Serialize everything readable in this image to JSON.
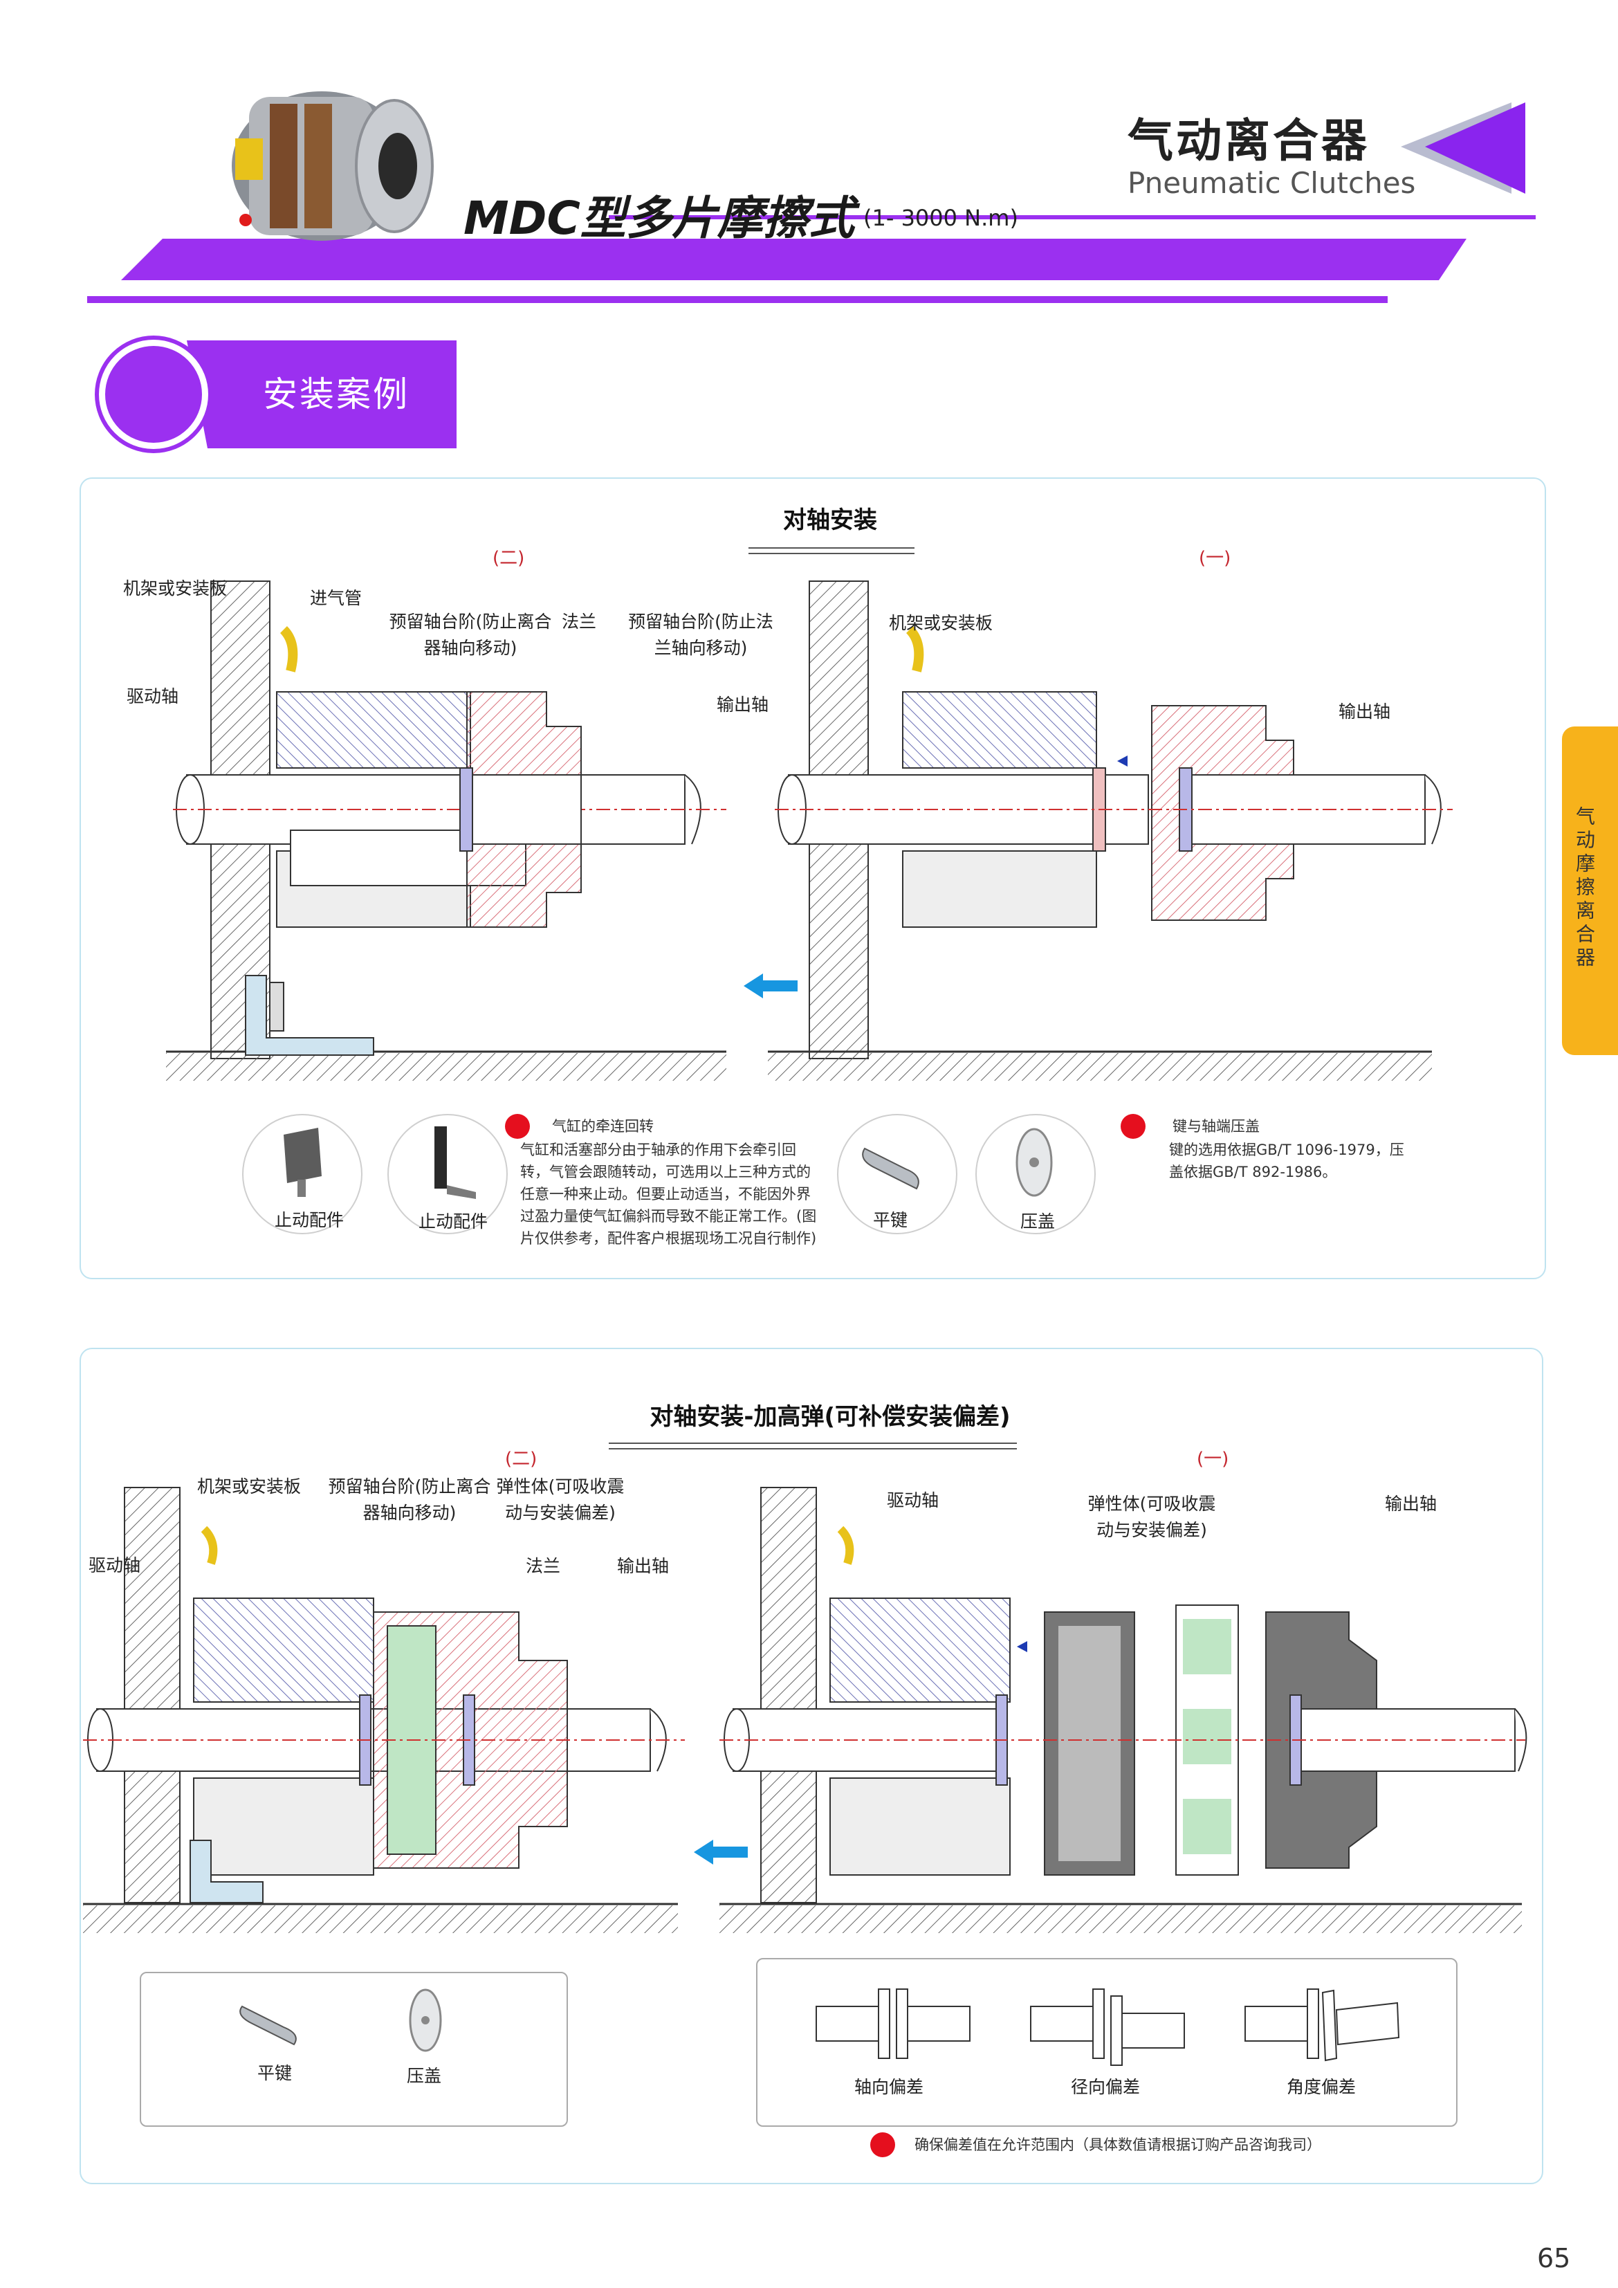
{
  "header": {
    "title_cn": "气动离合器",
    "title_en": "Pneumatic Clutches",
    "model_title": "MDC型多片摩擦式",
    "model_range": "(1- 3000 N.m)",
    "product_photo_icon": "clutch-photo",
    "accent_color": "#9b30f0",
    "accent_color_dark": "#7a1fd0",
    "arrow_color_light": "#b9bcd0"
  },
  "section": {
    "label": "安装案例"
  },
  "side_tab": {
    "text": "气动摩擦离合器",
    "color": "#f7b21b"
  },
  "panel1": {
    "title": "对轴安装",
    "left_tag": "(二)",
    "right_tag": "(一)",
    "labels_left": {
      "frame": "机架或安装板",
      "air_inlet": "进气管",
      "shoulder_clutch": "预留轴台阶(防止离合器轴向移动)",
      "flange": "法兰",
      "shoulder_flange": "预留轴台阶(防止法兰轴向移动)",
      "drive_shaft": "驱动轴",
      "output_shaft": "输出轴"
    },
    "labels_right": {
      "frame": "机架或安装板",
      "output_shaft": "输出轴"
    },
    "parts": {
      "stop_part_1": "止动配件",
      "stop_part_2": "止动配件",
      "flat_key": "平键",
      "press_cover": "压盖"
    },
    "note_left_title": "气缸的牵连回转",
    "note_left_body": "气缸和活塞部分由于轴承的作用下会牵引回转，气管会跟随转动，可选用以上三种方式的任意一种来止动。但要止动适当，不能因外界过盈力量使气缸偏斜而导致不能正常工作。(图片仅供参考，配件客户根据现场工况自行制作)",
    "note_right_title": "键与轴端压盖",
    "note_right_body": "键的选用依据GB/T 1096-1979，压盖依据GB/T 892-1986。"
  },
  "panel2": {
    "title": "对轴安装-加高弹(可补偿安装偏差)",
    "left_tag": "(二)",
    "right_tag": "(一)",
    "labels_left": {
      "frame": "机架或安装板",
      "shoulder_clutch": "预留轴台阶(防止离合器轴向移动)",
      "elastic": "弹性体(可吸收震动与安装偏差)",
      "flange": "法兰",
      "output_shaft": "输出轴",
      "drive_shaft": "驱动轴"
    },
    "labels_right": {
      "drive_shaft": "驱动轴",
      "elastic": "弹性体(可吸收震动与安装偏差)",
      "output_shaft": "输出轴"
    },
    "parts": {
      "flat_key": "平键",
      "press_cover": "压盖"
    },
    "deviations": [
      "轴向偏差",
      "径向偏差",
      "角度偏差"
    ],
    "note": "确保偏差值在允许范围内（具体数值请根据订购产品咨询我司）"
  },
  "page_number": "65"
}
